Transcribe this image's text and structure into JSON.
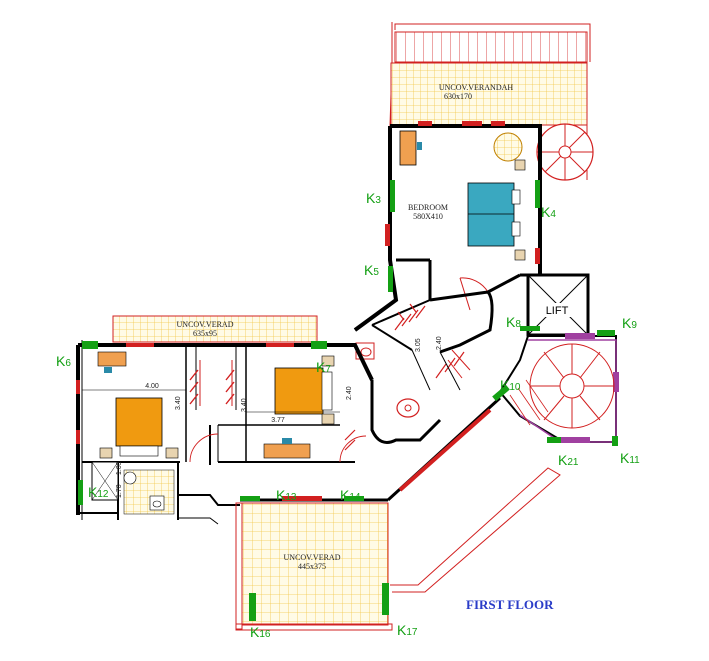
{
  "floor_title": "FIRST FLOOR",
  "rooms": {
    "verandah_top": {
      "name": "UNCOV.VERANDAH",
      "size": "630x170"
    },
    "bedroom": {
      "name": "BEDROOM",
      "size": "580X410"
    },
    "verad_left": {
      "name": "UNCOV.VERAD",
      "size": "635x95"
    },
    "verad_bottom": {
      "name": "UNCOV.VERAD",
      "size": "445x375"
    },
    "lift": {
      "name": "LIFT"
    }
  },
  "dimensions": [
    "4.00",
    "3.40",
    "3.40",
    "3.77",
    "2.40",
    "3.05",
    "2.40",
    "1.70",
    "1.05"
  ],
  "markers": {
    "k3": {
      "k": "K",
      "n": "3"
    },
    "k4": {
      "k": "K",
      "n": "4"
    },
    "k5": {
      "k": "K",
      "n": "5"
    },
    "k6": {
      "k": "K",
      "n": "6"
    },
    "k7": {
      "k": "K",
      "n": "7"
    },
    "k8": {
      "k": "K",
      "n": "8"
    },
    "k9": {
      "k": "K",
      "n": "9"
    },
    "k10": {
      "k": "K",
      "n": "10"
    },
    "k11": {
      "k": "K",
      "n": "11"
    },
    "k12": {
      "k": "K",
      "n": "12"
    },
    "k13": {
      "k": "K",
      "n": "13"
    },
    "k14": {
      "k": "K",
      "n": "14"
    },
    "k16": {
      "k": "K",
      "n": "16"
    },
    "k17": {
      "k": "K",
      "n": "17"
    },
    "k21": {
      "k": "K",
      "n": "21"
    }
  },
  "colors": {
    "wall": "#000000",
    "rail": "#d22020",
    "tile": "#f3c84a",
    "tile_bg": "#fffbe6",
    "bed": "#f09a10",
    "bed_blue": "#3aa8c0",
    "marker_green": "#14a014",
    "stair_violet": "#a040a0",
    "title_blue": "#2a3cc8"
  }
}
